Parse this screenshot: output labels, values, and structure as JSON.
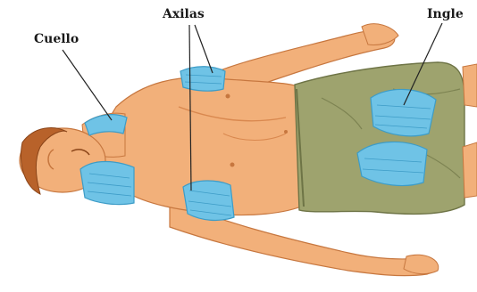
{
  "labels": {
    "neck": "Cuello",
    "armpits": "Axilas",
    "groin": "Ingle"
  },
  "colors": {
    "skin": "#f2b07a",
    "skin_shadow": "#d9884f",
    "hair": "#b8622a",
    "shorts": "#9ea36e",
    "shorts_shadow": "#7d8352",
    "ice_pack": "#6fc3e6",
    "ice_pack_line": "#3d9cc7",
    "leader_line": "#222222"
  }
}
